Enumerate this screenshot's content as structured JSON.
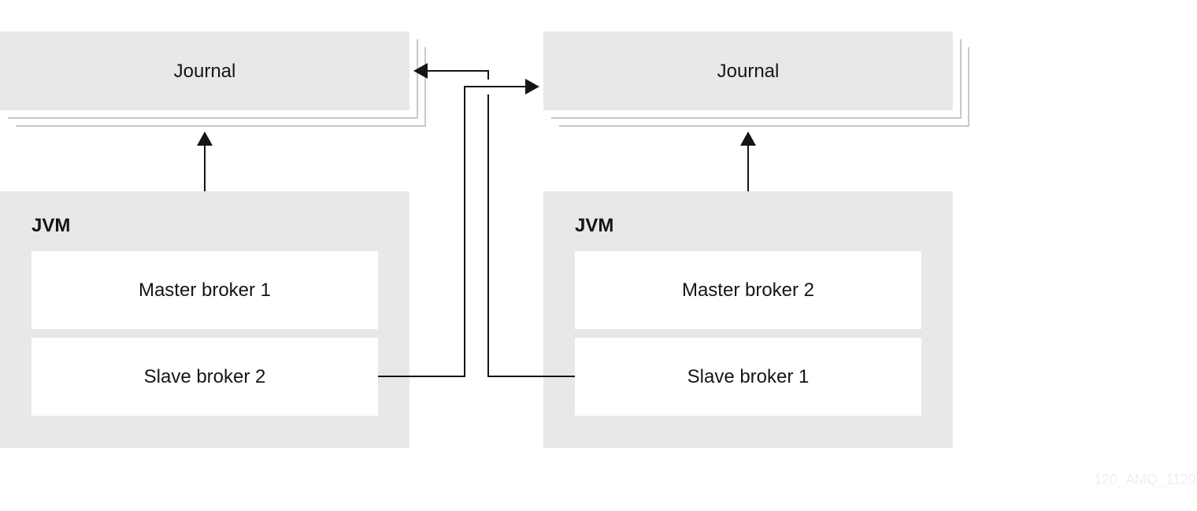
{
  "diagram": {
    "left_node": {
      "journal_label": "Journal",
      "jvm_label": "JVM",
      "master_label": "Master broker 1",
      "slave_label": "Slave broker 2"
    },
    "right_node": {
      "journal_label": "Journal",
      "jvm_label": "JVM",
      "master_label": "Master broker 2",
      "slave_label": "Slave broker 1"
    },
    "connections": [
      {
        "from": "Slave broker 2",
        "to": "Journal (right)"
      },
      {
        "from": "Slave broker 1",
        "to": "Journal (left)"
      },
      {
        "from": "JVM (left)",
        "to": "Journal (left)"
      },
      {
        "from": "JVM (right)",
        "to": "Journal (right)"
      }
    ],
    "watermark": "120_AMQ_1120",
    "colors": {
      "container_fill": "#e8e8e8",
      "inner_box_fill": "#ffffff",
      "stack_outline": "#c8c8c8",
      "connector": "#151515",
      "text": "#151515"
    }
  }
}
